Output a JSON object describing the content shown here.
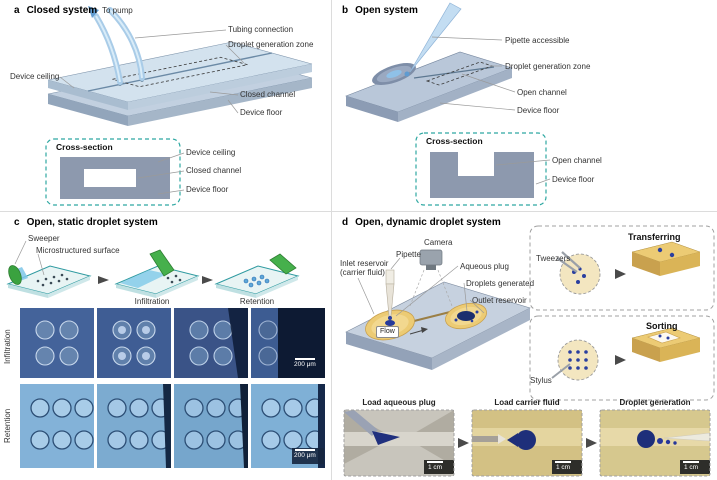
{
  "figure": {
    "panels": {
      "a": {
        "tag": "a",
        "title": "Closed system",
        "labels": {
          "to_pump": "To pump",
          "tubing_connection": "Tubing connection",
          "droplet_generation_zone": "Droplet generation zone",
          "device_ceiling": "Device ceiling",
          "closed_channel": "Closed channel",
          "device_floor": "Device floor"
        },
        "cross_section": {
          "title": "Cross-section",
          "device_ceiling": "Device ceiling",
          "closed_channel": "Closed channel",
          "device_floor": "Device floor"
        }
      },
      "b": {
        "tag": "b",
        "title": "Open system",
        "labels": {
          "pipette_accessible": "Pipette accessible",
          "droplet_generation_zone": "Droplet generation zone",
          "open_channel": "Open channel",
          "device_floor": "Device floor"
        },
        "cross_section": {
          "title": "Cross-section",
          "open_channel": "Open channel",
          "device_floor": "Device floor"
        }
      },
      "c": {
        "tag": "c",
        "title": "Open, static droplet system",
        "labels": {
          "sweeper": "Sweeper",
          "microstructured_surface": "Microstructured surface",
          "infiltration_step": "Infiltration",
          "retention_step": "Retention"
        },
        "row_labels": {
          "infiltration": "Infiltration",
          "retention": "Retention"
        },
        "scale_bar": "200 μm"
      },
      "d": {
        "tag": "d",
        "title": "Open, dynamic droplet system",
        "labels": {
          "inlet_reservoir_line1": "Inlet reservoir",
          "inlet_reservoir_line2": "(carrier fluid)",
          "pipette": "Pipette",
          "camera": "Camera",
          "aqueous_plug": "Aqueous plug",
          "droplets_generated": "Droplets generated",
          "outlet_reservoir": "Outlet reservoir",
          "flow": "Flow"
        },
        "transferring": {
          "title": "Transferring",
          "tool": "Tweezers"
        },
        "sorting": {
          "title": "Sorting",
          "tool": "Stylus"
        },
        "steps": [
          "Load aqueous plug",
          "Load carrier fluid",
          "Droplet generation"
        ],
        "scale_bar": "1 cm"
      }
    },
    "colors": {
      "teal_outline": "#2fa8a2",
      "device_blue": "#d3e2ee",
      "slate_gray": "#8d99ae",
      "reservoir_yellow": "#eccb74",
      "aqueous_blue": "#1e2f7a",
      "sweeper_green": "#3aa23f"
    }
  }
}
